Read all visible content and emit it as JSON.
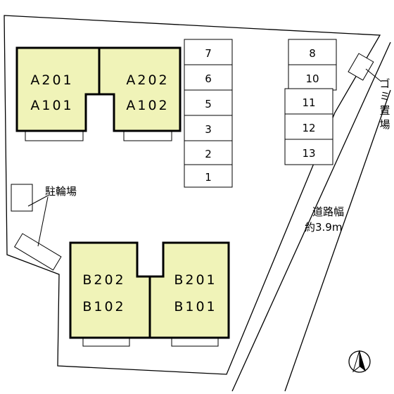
{
  "buildings": {
    "a_left": {
      "upper": "A201",
      "lower": "A101"
    },
    "a_right": {
      "upper": "A202",
      "lower": "A102"
    },
    "b_left": {
      "upper": "B202",
      "lower": "B102"
    },
    "b_right": {
      "upper": "B201",
      "lower": "B101"
    }
  },
  "parking": {
    "column_left": [
      "7",
      "6",
      "5",
      "3",
      "2",
      "1"
    ],
    "column_right_top": [
      "8",
      "10"
    ],
    "column_right_bottom": [
      "11",
      "12",
      "13"
    ]
  },
  "labels": {
    "bike_parking": "駐輪場",
    "garbage": [
      "ゴ",
      "ミ",
      "置",
      "場"
    ],
    "road_name": "道路幅",
    "road_width": "約3.9m"
  },
  "colors": {
    "building_fill": "#f0f3b8",
    "line": "#000000"
  }
}
